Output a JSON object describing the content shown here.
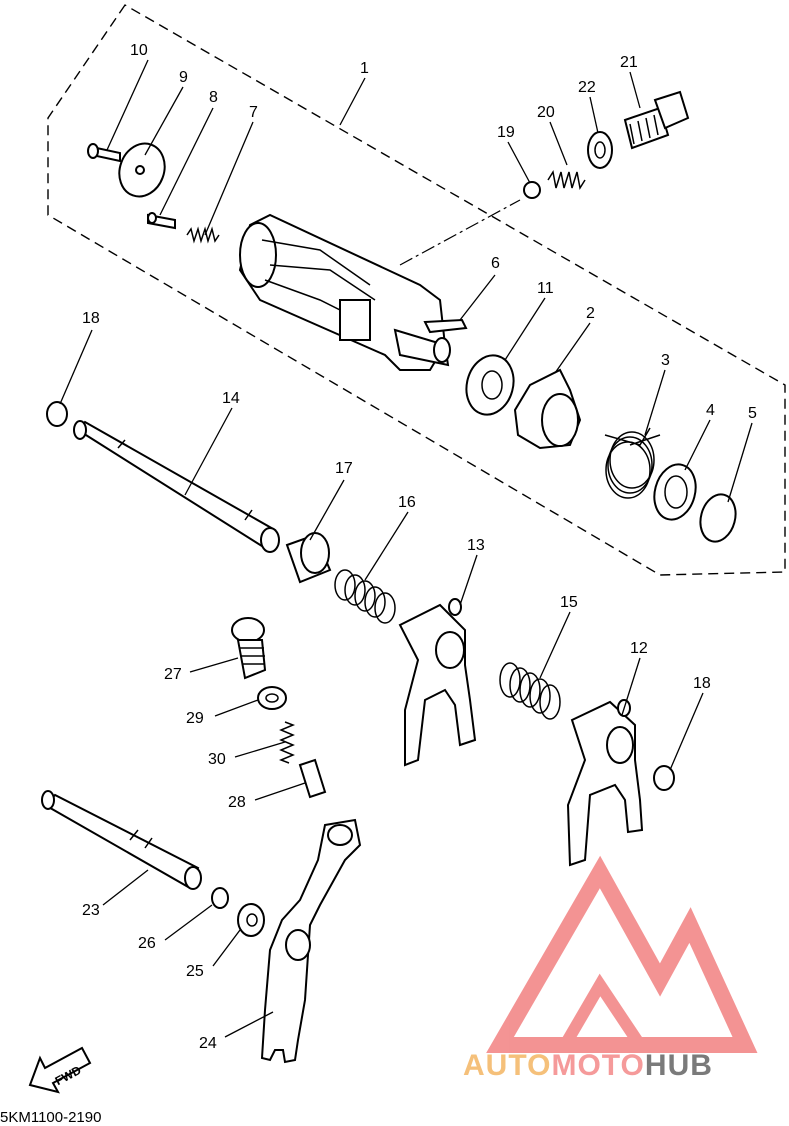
{
  "diagram": {
    "callouts": [
      "1",
      "2",
      "3",
      "4",
      "5",
      "6",
      "7",
      "8",
      "9",
      "10",
      "11",
      "12",
      "13",
      "14",
      "15",
      "16",
      "17",
      "18",
      "18",
      "19",
      "20",
      "21",
      "22",
      "23",
      "24",
      "25",
      "26",
      "27",
      "28",
      "29",
      "30"
    ],
    "direction_label": "FWD",
    "drawing_code": "5KM1100-2190"
  },
  "watermark": {
    "part1": "AUTO",
    "part2": "MOTO",
    "part3": "HUB",
    "colors": {
      "auto": "#f5c07a",
      "moto": "#f59a9a",
      "hub": "#7a7a7a",
      "logo": "#f07070"
    }
  }
}
